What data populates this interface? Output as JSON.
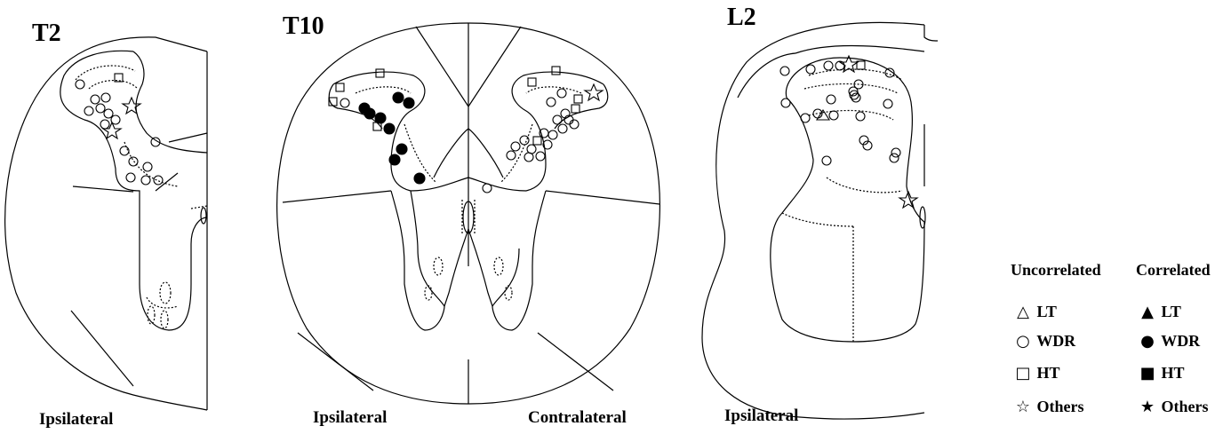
{
  "levels": [
    "T2",
    "T10",
    "L2"
  ],
  "side_labels": {
    "t2": "Ipsilateral",
    "t10_left": "Ipsilateral",
    "t10_right": "Contralateral",
    "l2": "Ipsilateral"
  },
  "legend": {
    "uncorrelated": {
      "heading": "Uncorrelated",
      "items": [
        {
          "symbol": "△",
          "label": "LT"
        },
        {
          "symbol": "○",
          "label": "WDR"
        },
        {
          "symbol": "□",
          "label": "HT"
        },
        {
          "symbol": "☆",
          "label": "Others"
        }
      ]
    },
    "correlated": {
      "heading": "Correlated",
      "items": [
        {
          "symbol": "▲",
          "label": "LT"
        },
        {
          "symbol": "●",
          "label": "WDR"
        },
        {
          "symbol": "■",
          "label": "HT"
        },
        {
          "symbol": "★",
          "label": "Others"
        }
      ]
    }
  },
  "colors": {
    "line": "#000000",
    "background": "#ffffff"
  }
}
